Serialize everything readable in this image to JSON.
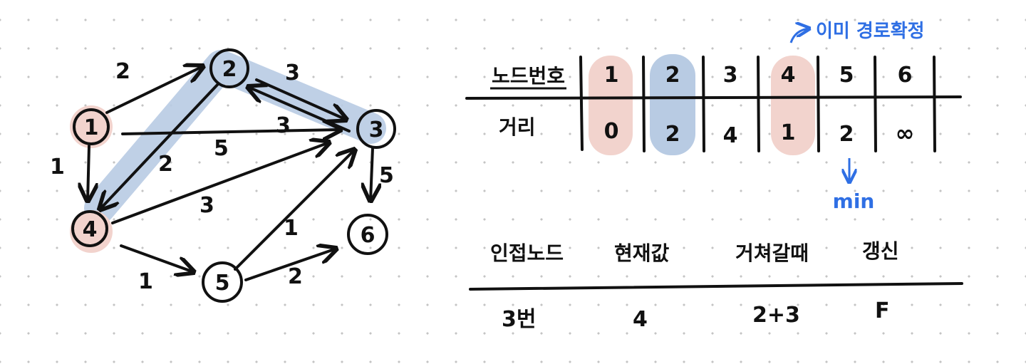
{
  "graph": {
    "nodes": [
      {
        "id": "1",
        "label": "1",
        "visited": true
      },
      {
        "id": "2",
        "label": "2",
        "current": true
      },
      {
        "id": "3",
        "label": "3"
      },
      {
        "id": "4",
        "label": "4",
        "visited": true
      },
      {
        "id": "5",
        "label": "5"
      },
      {
        "id": "6",
        "label": "6"
      }
    ],
    "edges": [
      {
        "from": "1",
        "to": "2",
        "weight": "2"
      },
      {
        "from": "1",
        "to": "3",
        "weight": "5"
      },
      {
        "from": "1",
        "to": "4",
        "weight": "1"
      },
      {
        "from": "2",
        "to": "3",
        "weight": "3"
      },
      {
        "from": "3",
        "to": "2",
        "weight": "3"
      },
      {
        "from": "2",
        "to": "4",
        "weight": "2"
      },
      {
        "from": "4",
        "to": "3",
        "weight": "3"
      },
      {
        "from": "4",
        "to": "5",
        "weight": "1"
      },
      {
        "from": "5",
        "to": "3",
        "weight": "1"
      },
      {
        "from": "5",
        "to": "6",
        "weight": "2"
      },
      {
        "from": "3",
        "to": "6",
        "weight": "5"
      }
    ]
  },
  "distance_table": {
    "header_label": "노드번호",
    "row_label": "거리",
    "nodes": [
      "1",
      "2",
      "3",
      "4",
      "5",
      "6"
    ],
    "distances": [
      "0",
      "2",
      "4",
      "1",
      "2",
      "∞"
    ]
  },
  "annotations": {
    "confirmed_note": "이미 경로확정",
    "min_note": "min"
  },
  "update_table": {
    "headers": [
      "인접노드",
      "현재값",
      "거쳐갈때",
      "갱신"
    ],
    "row": [
      "3번",
      "4",
      "2+3",
      "F"
    ]
  },
  "colors": {
    "visited_highlight": "#f2d3cd",
    "current_highlight": "#b8cbe3",
    "annotation_blue": "#2f6fe4",
    "ink": "#111111"
  }
}
